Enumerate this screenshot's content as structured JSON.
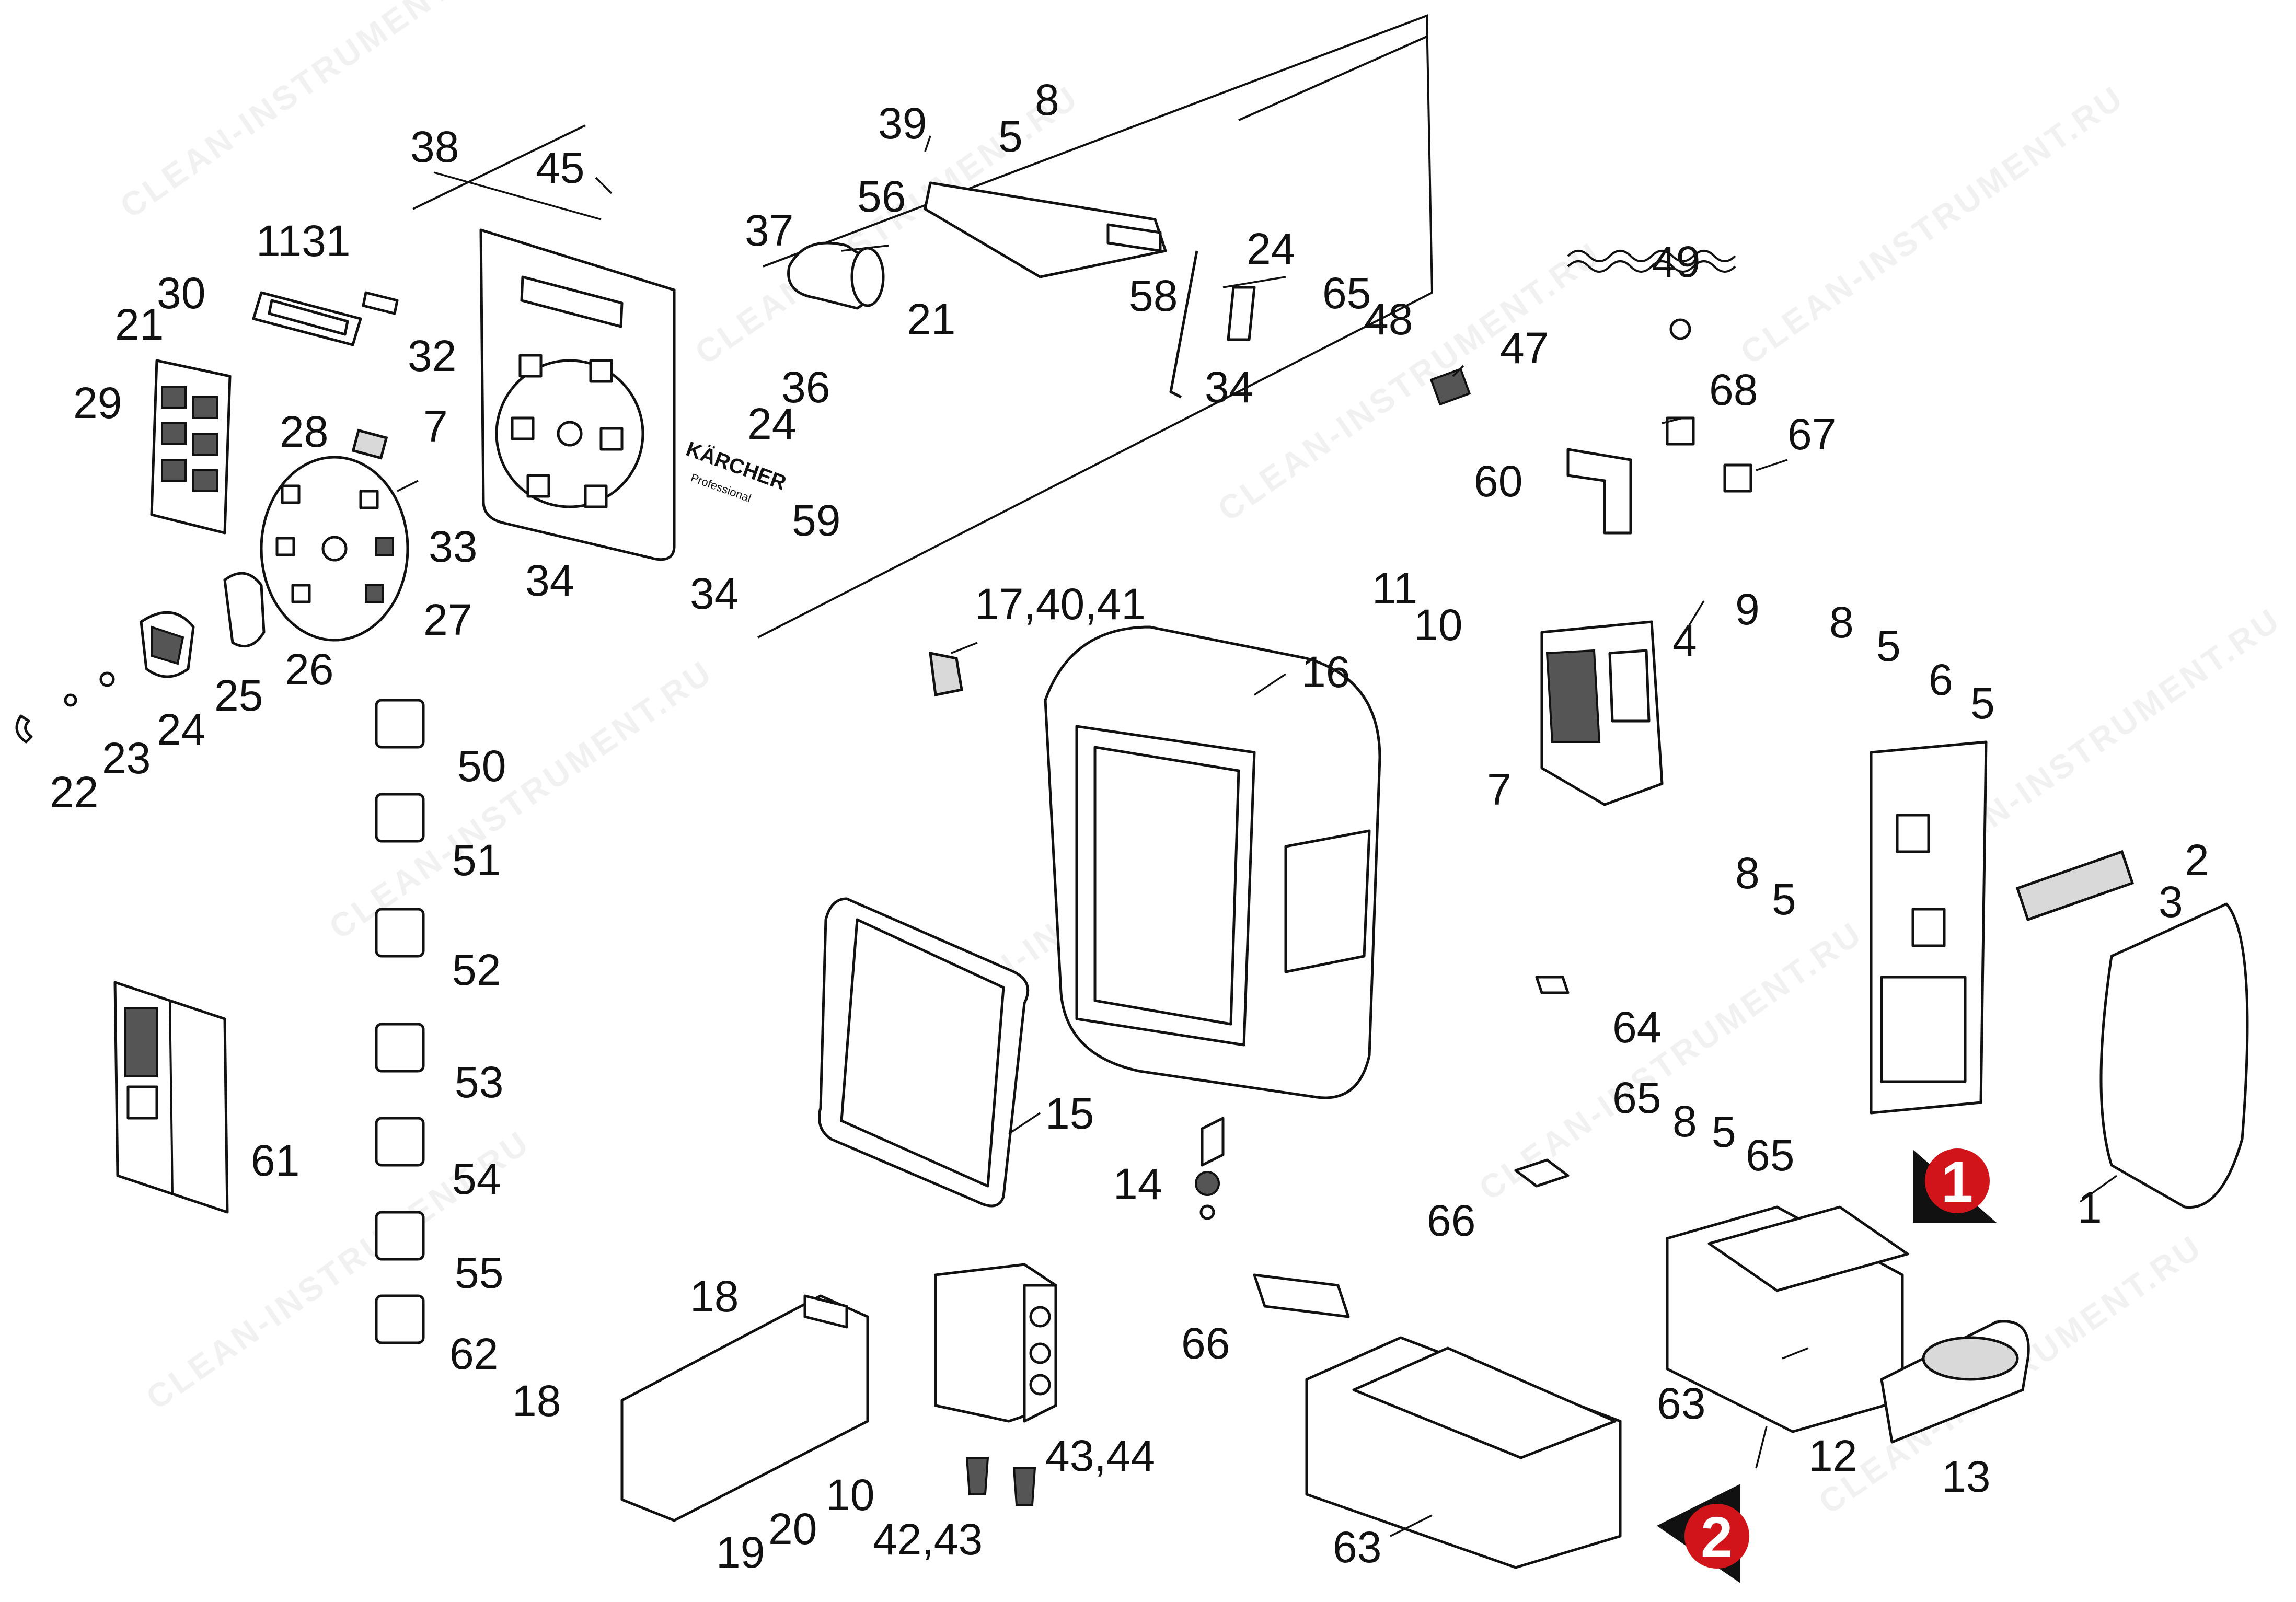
{
  "watermark": "CLEAN-INSTRUMENT.RU",
  "brand": {
    "name": "KÄRCHER",
    "sub": "Professional"
  },
  "colors": {
    "badge": "#d0141a",
    "arrow": "#111111",
    "line": "#111111"
  },
  "views": {
    "view1": "1",
    "view2": "2"
  },
  "labels": {
    "l38": "38",
    "l45": "45",
    "l39": "39",
    "l8a": "8",
    "l5a": "5",
    "l56": "56",
    "l37": "37",
    "l1131": "1131",
    "l30": "30",
    "l21a": "21",
    "l32": "32",
    "l29": "29",
    "l7a": "7",
    "l28": "28",
    "l33": "33",
    "l34a": "34",
    "l34b": "34",
    "l59": "59",
    "l24a": "24",
    "l36": "36",
    "l21b": "21",
    "l58": "58",
    "l24b": "24",
    "l65a": "65",
    "l48": "48",
    "l34c": "34",
    "l49": "49",
    "l47": "47",
    "l68": "68",
    "l67": "67",
    "l60": "60",
    "l27": "27",
    "l26": "26",
    "l25": "25",
    "l24c": "24",
    "l23": "23",
    "l22": "22",
    "l17": "17,40,41",
    "l16": "16",
    "l11": "11",
    "l10a": "10",
    "l9": "9",
    "l4": "4",
    "l8b": "8",
    "l5b": "5",
    "l6": "6",
    "l5c": "5",
    "l7b": "7",
    "l2": "2",
    "l3": "3",
    "l8c": "8",
    "l5d": "5",
    "l50": "50",
    "l51": "51",
    "l52": "52",
    "l53": "53",
    "l54": "54",
    "l55": "55",
    "l62": "62",
    "l61": "61",
    "l15": "15",
    "l14": "14",
    "l64": "64",
    "l65b": "65",
    "l8d": "8",
    "l5e": "5",
    "l65c": "65",
    "l66a": "66",
    "l1": "1",
    "l18a": "18",
    "l18b": "18",
    "l19": "19",
    "l20": "20",
    "l10b": "10",
    "l4243": "42,43",
    "l4344": "43,44",
    "l66b": "66",
    "l63a": "63",
    "l63b": "63",
    "l12": "12",
    "l13": "13"
  }
}
